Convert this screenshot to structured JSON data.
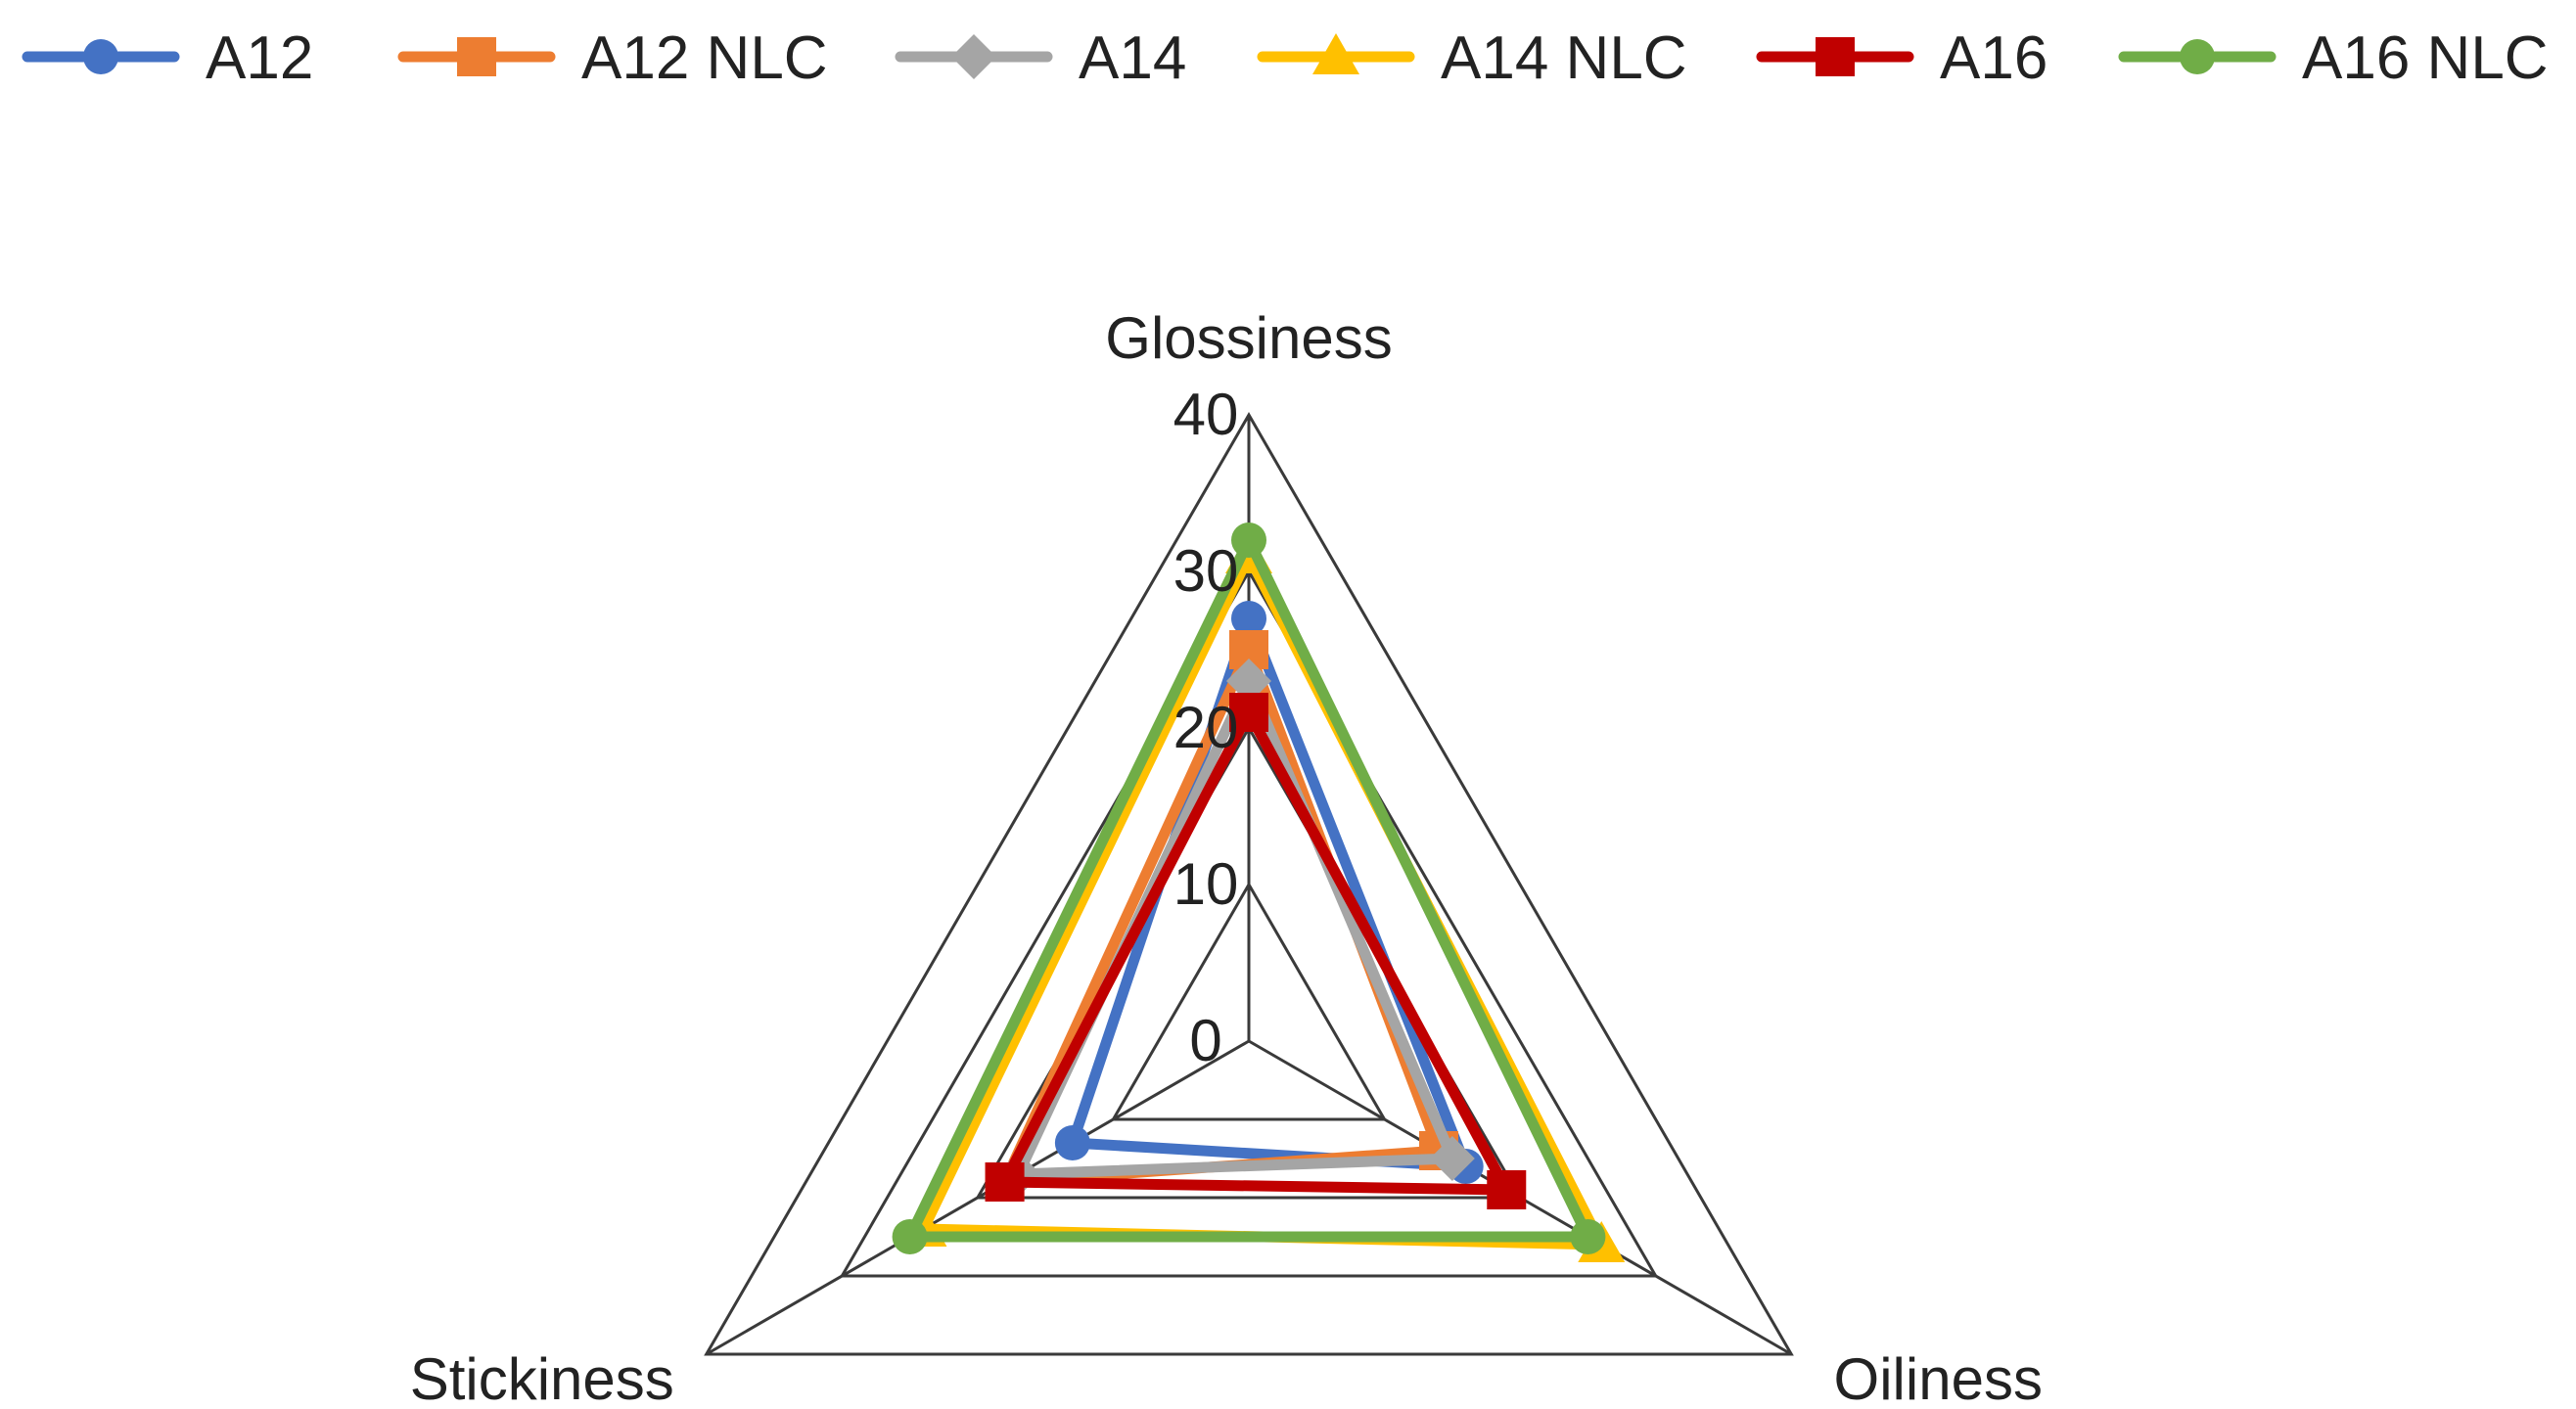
{
  "chart_data": {
    "type": "radar",
    "title": "",
    "axes": [
      "Glossiness",
      "Oiliness",
      "Stickiness"
    ],
    "r_ticks": [
      0,
      10,
      20,
      30,
      40
    ],
    "r_range": [
      0,
      40
    ],
    "grid": true,
    "legend_position": "top",
    "series": [
      {
        "name": "A12",
        "values": [
          27,
          16,
          13
        ],
        "color": "#4472C4",
        "marker": "circle"
      },
      {
        "name": "A12 NLC",
        "values": [
          25,
          14,
          18
        ],
        "color": "#ED7D31",
        "marker": "square"
      },
      {
        "name": "A14",
        "values": [
          23,
          15,
          17
        ],
        "color": "#A5A5A5",
        "marker": "diamond"
      },
      {
        "name": "A14 NLC",
        "values": [
          31,
          26,
          24
        ],
        "color": "#FFC000",
        "marker": "triangle"
      },
      {
        "name": "A16",
        "values": [
          21,
          19,
          18
        ],
        "color": "#C00000",
        "marker": "square"
      },
      {
        "name": "A16 NLC",
        "values": [
          32,
          25,
          25
        ],
        "color": "#70AD47",
        "marker": "circle"
      }
    ]
  }
}
